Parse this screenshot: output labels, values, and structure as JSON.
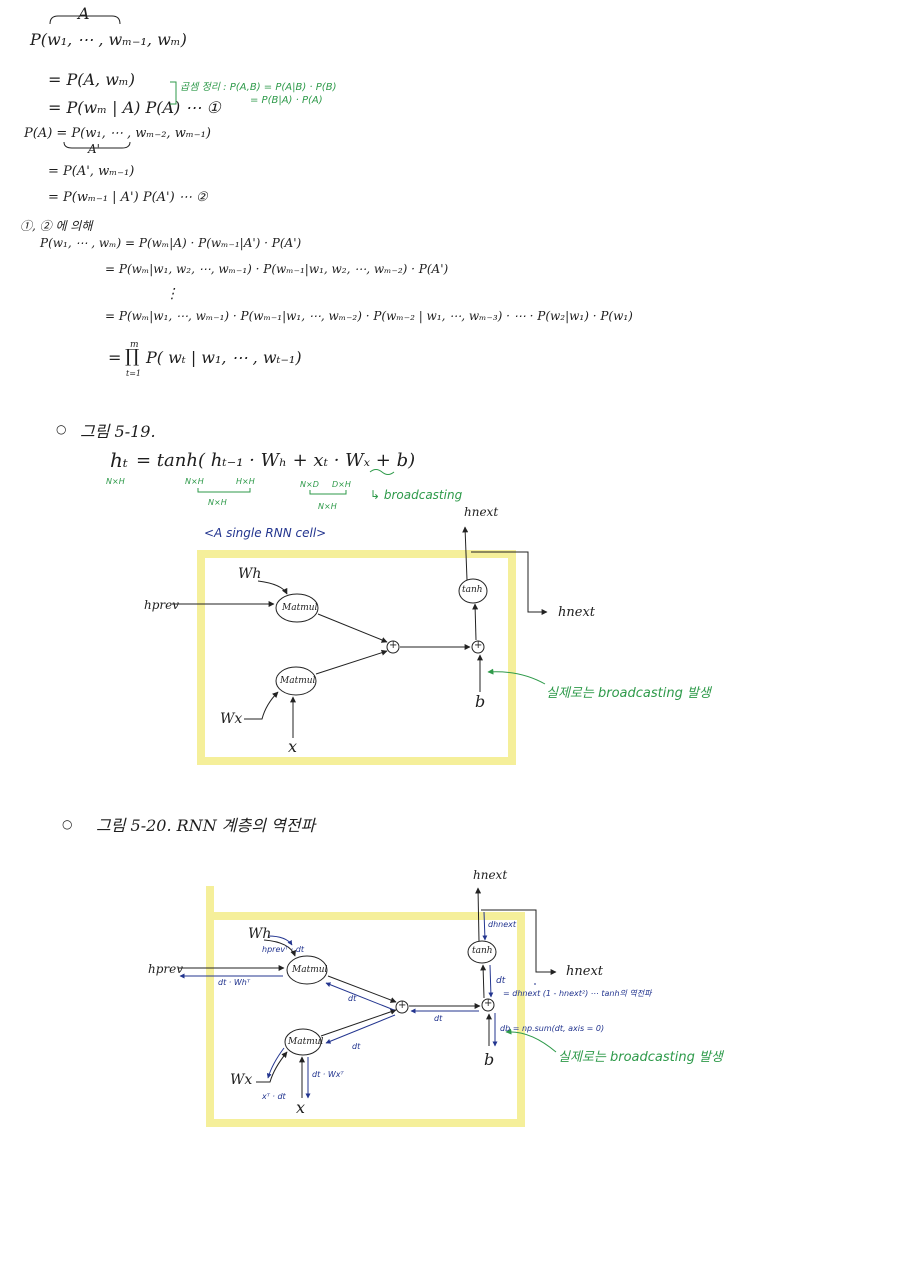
{
  "section1": {
    "l1_brace": "A",
    "l1": "P(w₁, ⋯ , wₘ₋₁, wₘ)",
    "l2": "= P(A, wₘ)",
    "l3": "= P(wₘ | A) P(A) ⋯ ①",
    "note1": "곱셈 정리 : P(A,B) = P(A|B) · P(B)",
    "note2": "= P(B|A) · P(A)",
    "l4": "P(A) = P(w₁, ⋯ , wₘ₋₂, wₘ₋₁)",
    "l4_brace": "A'",
    "l5": "= P(A', wₘ₋₁)",
    "l6": "= P(wₘ₋₁ | A') P(A') ⋯ ②",
    "l7": "①, ② 에 의해",
    "l8": "P(w₁, ⋯ , wₘ) = P(wₘ|A) · P(wₘ₋₁|A') · P(A')",
    "l9": "= P(wₘ|w₁, w₂, ⋯, wₘ₋₁) · P(wₘ₋₁|w₁, w₂, ⋯, wₘ₋₂) · P(A')",
    "l10": "⋮",
    "l11": "= P(wₘ|w₁, ⋯, wₘ₋₁) · P(wₘ₋₁|w₁, ⋯, wₘ₋₂) · P(wₘ₋₂ | w₁, ⋯, wₘ₋₃) ·  ⋯  ·  P(w₂|w₁) · P(w₁)",
    "l12_prod": "∏",
    "l12_top": "m",
    "l12_bot": "t=1",
    "l12": "P( wₜ | w₁, ⋯ , wₜ₋₁)",
    "l12_eq": "="
  },
  "section2": {
    "bullet": "○",
    "title": "그림 5-19.",
    "eq_ht": "hₜ",
    "eq_rest": "= tanh( hₜ₋₁ · Wₕ   +  xₜ · Wₓ   + b)",
    "dim_ht": "N×H",
    "dim_h1": "N×H",
    "dim_wh": "H×H",
    "dim_hw": "N×H",
    "dim_x": "N×D",
    "dim_wx": "D×H",
    "dim_xw": "N×H",
    "bcast": "↳ broadcasting",
    "cell_label": "<A single RNN cell>",
    "d1": {
      "h_next_top": "hnext",
      "h_next_right": "hnext",
      "tanh": "tanh",
      "h_prev": "hprev",
      "wh": "Wh",
      "matmul1": "Matmul",
      "matmul2": "Matmul",
      "wx": "Wx",
      "x": "x",
      "b": "b",
      "plus1": "+",
      "plus2": "+",
      "note": "실제로는 broadcasting 발생"
    }
  },
  "section3": {
    "bullet": "○",
    "title": "그림 5-20.   RNN 계층의 역전파",
    "d2": {
      "h_next_top": "hnext",
      "h_next_right": "hnext",
      "dh_next": "dhnext",
      "tanh": "tanh",
      "h_prev": "hprev",
      "wh": "Wh",
      "hprev_t_dt": "hprevᵀ · dt",
      "dt_wh_t": "dt · Whᵀ",
      "matmul1": "Matmul",
      "matmul2": "Matmul",
      "dt1": "dt",
      "dt2": "dt",
      "dt3": "dt",
      "dt4": "dt",
      "dt_eq": "= dhnext (1 - hnext²)   ⋯ tanh의 역전파",
      "db": "db = np.sum(dt, axis = 0)",
      "wx": "Wx",
      "x_t_dt": "xᵀ · dt",
      "dt_wx_t": "dt · Wxᵀ",
      "x": "x",
      "b": "b",
      "plus1": "+",
      "plus2": "+",
      "note": "실제로는 broadcasting 발생"
    }
  },
  "colors": {
    "ink": "#1e1e1e",
    "green": "#2e9a4a",
    "navy": "#23358f",
    "highlight": "#f5ef9a"
  }
}
